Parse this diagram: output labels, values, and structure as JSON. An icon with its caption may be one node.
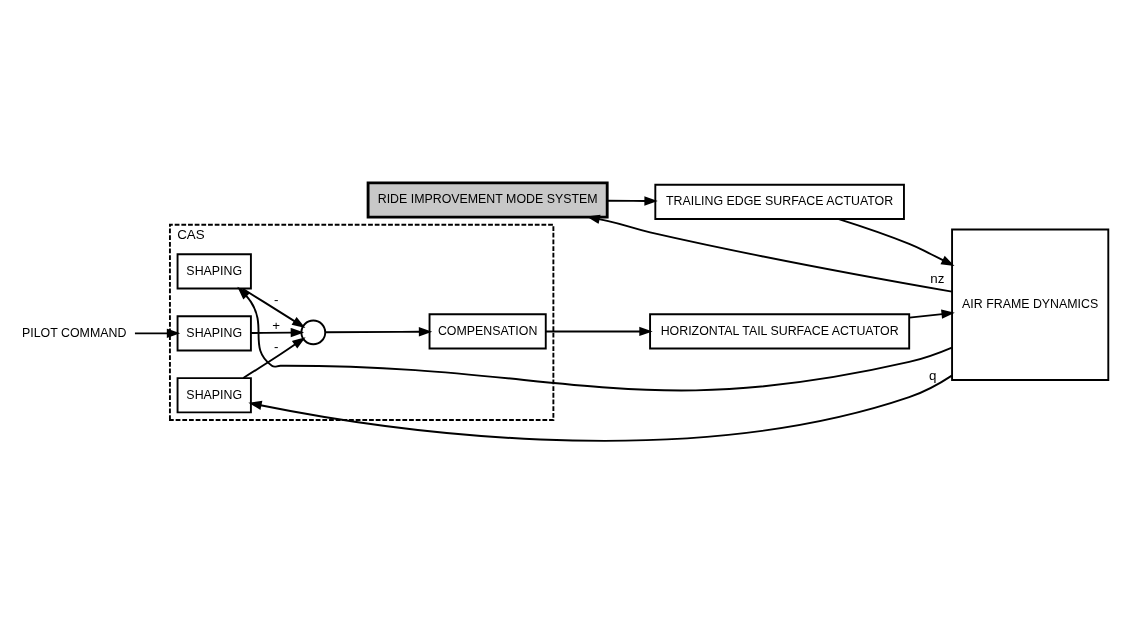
{
  "diagram": {
    "nodes": [
      {
        "text": [
          "CAS"
        ]
      },
      {
        "text": [
          "SHAPING"
        ],
        "in": 0
      },
      {
        "text": [],
        "shape": "circle",
        "in": 0
      },
      {
        "text": [
          "SHAPING"
        ],
        "in": 0
      },
      {
        "text": [
          "COMPENSATION"
        ],
        "in": 0
      },
      {
        "text": [
          "SHAPING"
        ],
        "in": 0
      },
      {
        "text": [
          "RIDE IMPROVEMENT MODE SYSTEM"
        ]
      },
      {
        "text": [
          "TRAILING EDGE SURFACE ACTUATOR"
        ]
      },
      {
        "text": [
          "HORIZONTAL TAIL SURFACE ACTUATOR"
        ]
      },
      {
        "text": [
          "AIR FRAME DYNAMICS"
        ]
      },
      {
        "text": [
          "PILOT COMMAND"
        ]
      }
    ],
    "edges": [
      {
        "from": 10,
        "to": 3,
        "arrow": "to"
      },
      {
        "from": 3,
        "to": 2,
        "arrow": "to",
        "label": "+"
      },
      {
        "from": 1,
        "to": 2,
        "arrow": "to",
        "label": "-"
      },
      {
        "from": 5,
        "to": 2,
        "arrow": "to",
        "label": "-"
      },
      {
        "from": 2,
        "to": 4,
        "arrow": "to"
      },
      {
        "from": 4,
        "to": 8,
        "arrow": "to"
      },
      {
        "from": 6,
        "to": 7,
        "arrow": "to"
      },
      {
        "from": 7,
        "to": 9,
        "arrow": "to"
      },
      {
        "from": 8,
        "to": 9,
        "arrow": "to"
      },
      {
        "from": 9,
        "to": 6,
        "arrow": "to",
        "label": "nz"
      },
      {
        "from": 9,
        "to": 1,
        "arrow": "to"
      },
      {
        "from": 9,
        "to": 5,
        "arrow": "to",
        "label": "q"
      }
    ]
  }
}
